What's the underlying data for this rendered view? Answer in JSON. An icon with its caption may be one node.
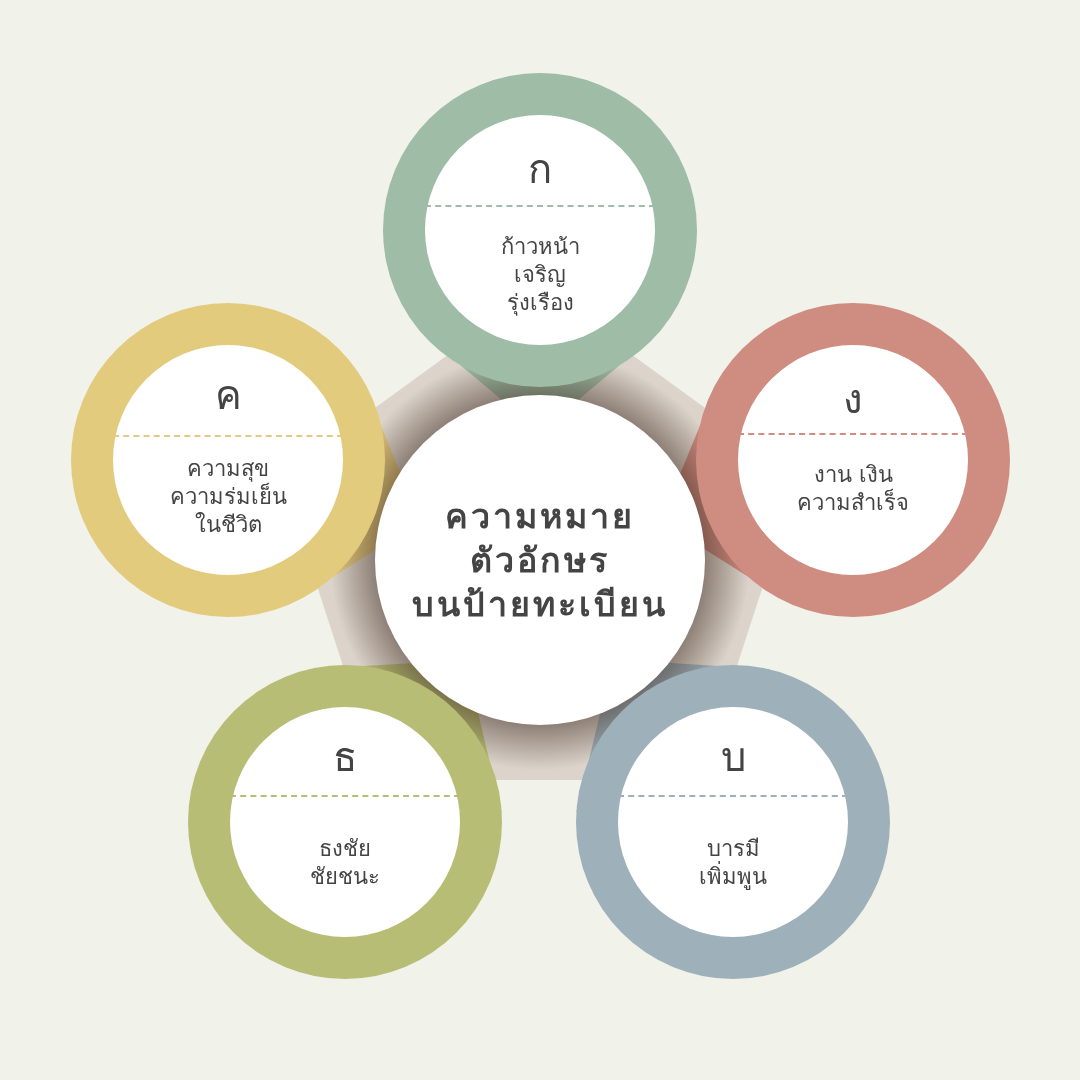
{
  "diagram": {
    "nodes": [
      {
        "text": [
          "ความหมาย ตัวอักษร บนป้ายทะเบียน"
        ]
      },
      {
        "text": [
          "ก",
          "ก้าวหน้า เจริญ รุ่งเรือง"
        ]
      },
      {
        "text": [
          "ง",
          "งาน เงิน ความสำเร็จ"
        ]
      },
      {
        "text": [
          "บ",
          "บารมี เพิ่มพูน"
        ]
      },
      {
        "text": [
          "ธ",
          "ธงชัย ชัยชนะ"
        ]
      },
      {
        "text": [
          "ค",
          "ความสุข ความร่มเย็น ในชีวิต"
        ]
      }
    ]
  }
}
